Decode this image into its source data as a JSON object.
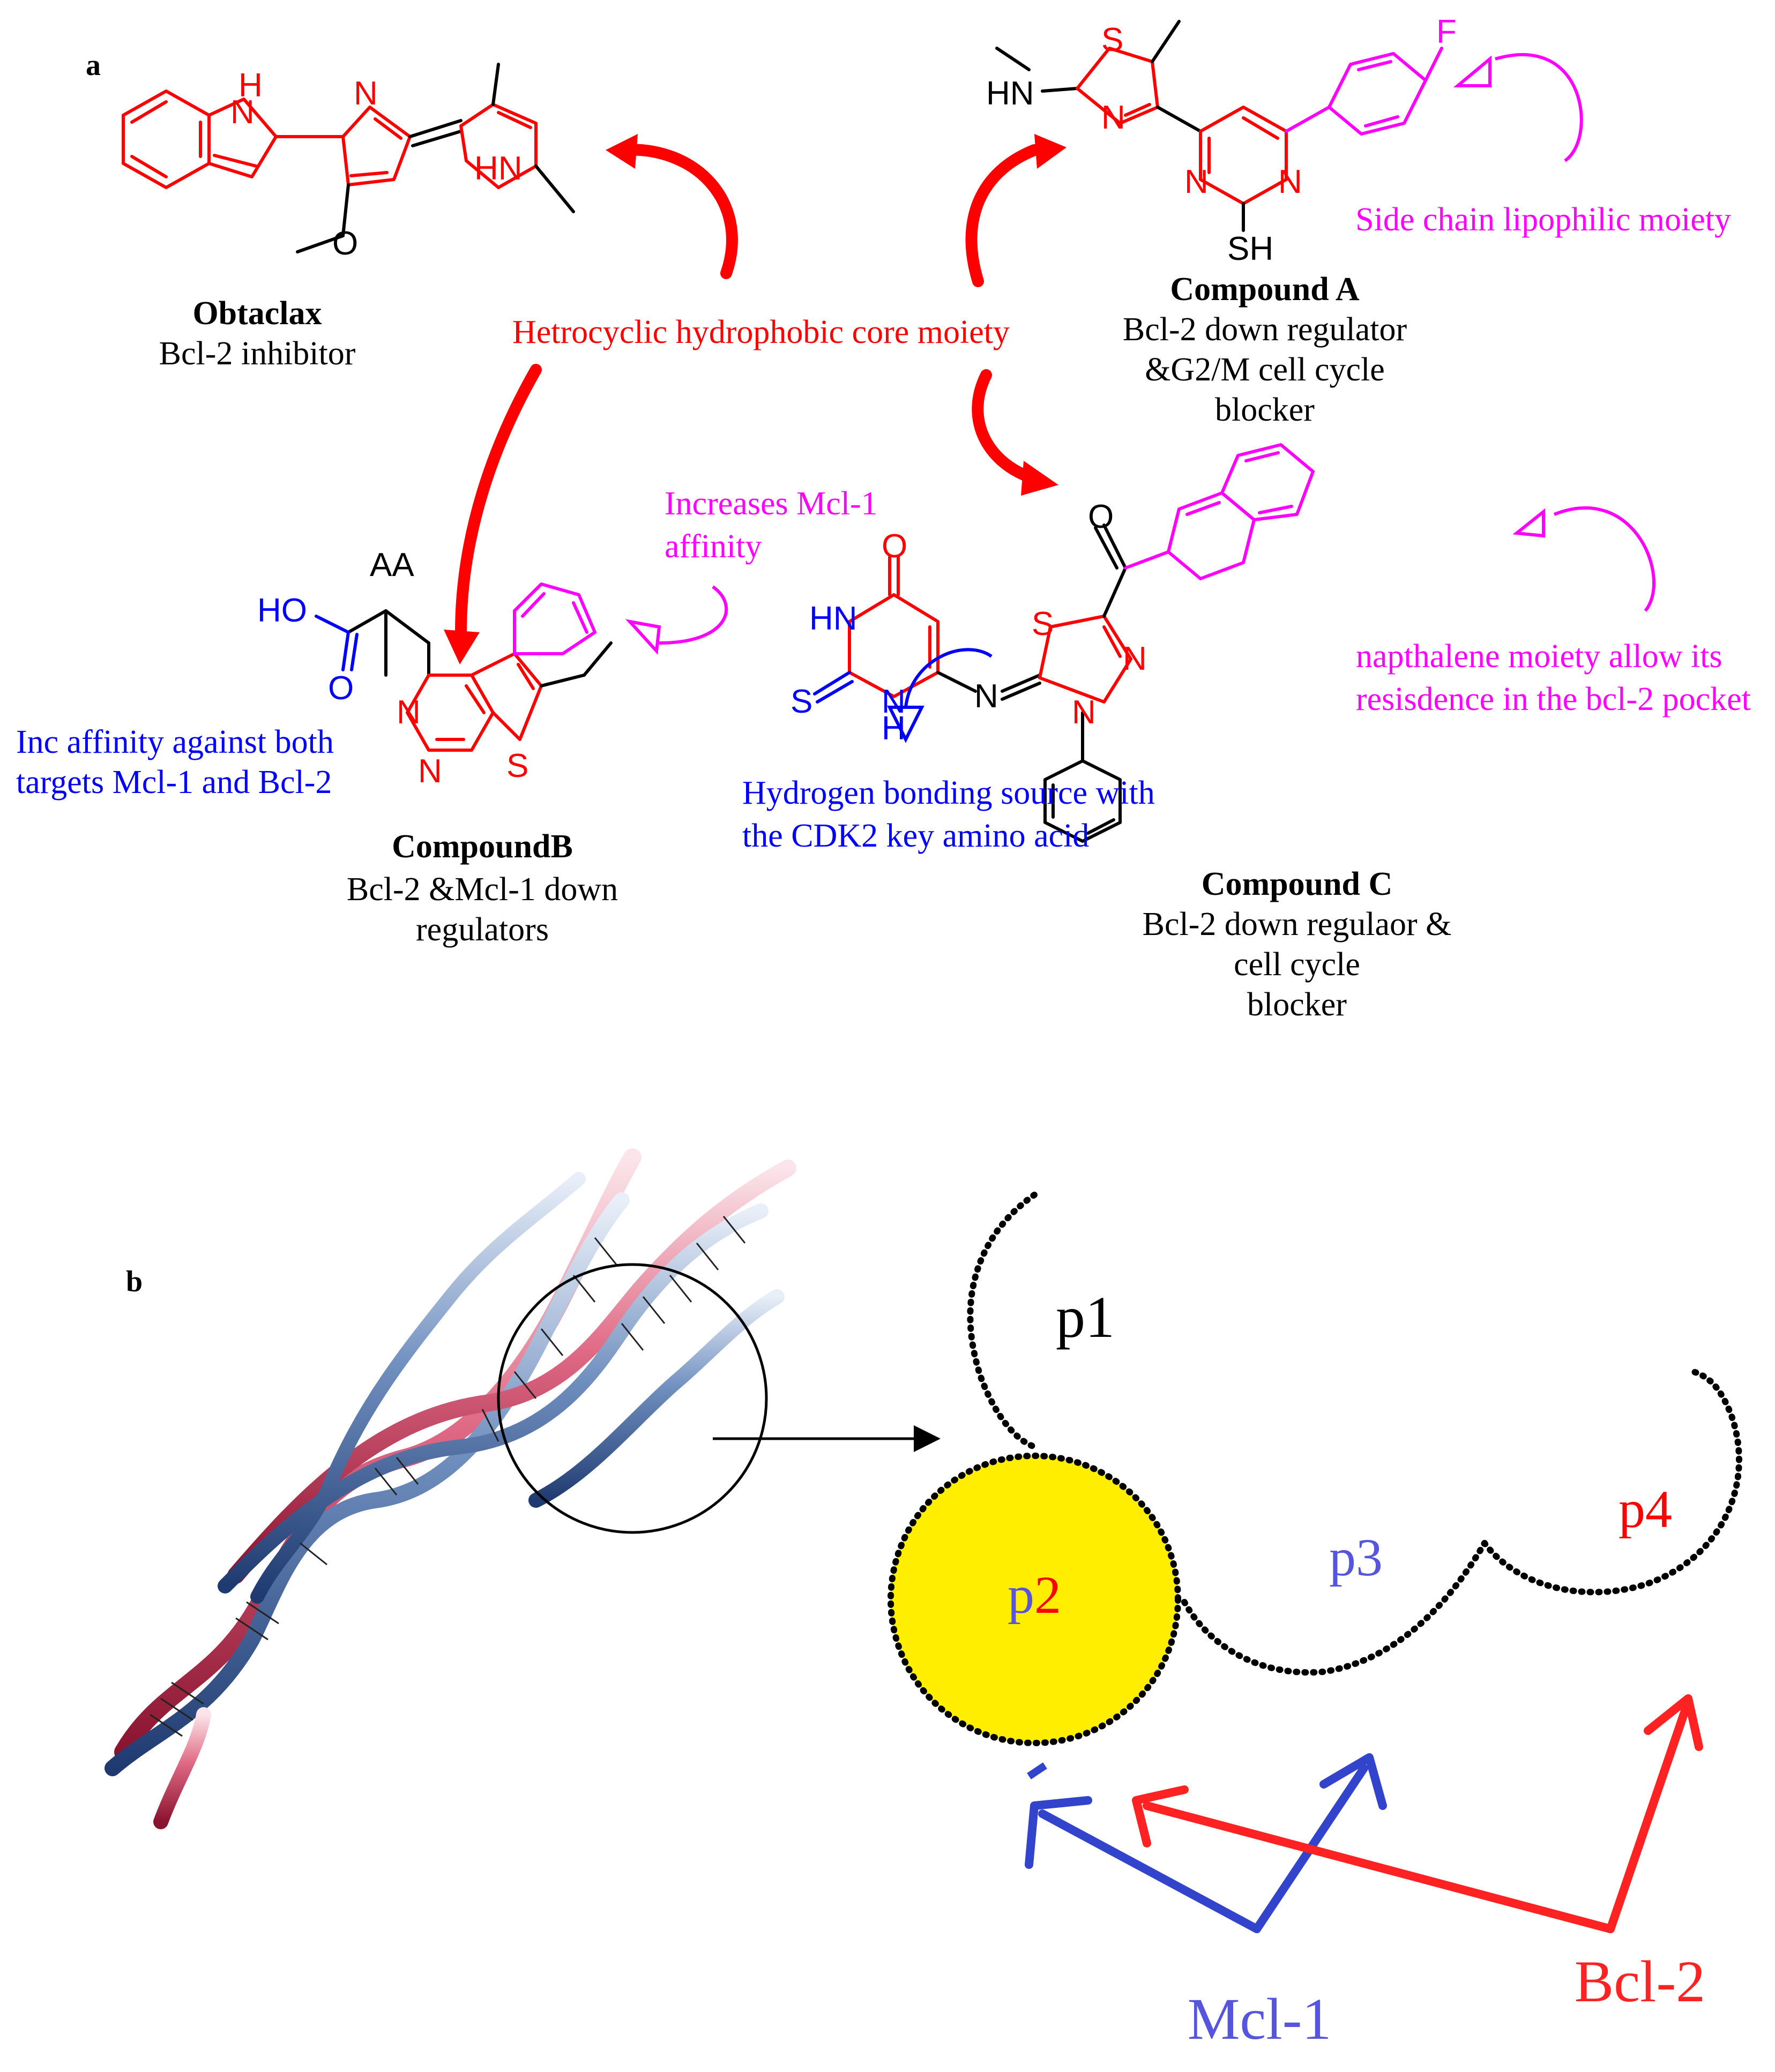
{
  "panel_a_label": "a",
  "panel_b_label": "b",
  "core_label": "Hetrocyclic hydrophobic core moiety",
  "obtaclax": {
    "name": "Obtaclax",
    "desc": "Bcl-2 inhibitor"
  },
  "compound_a": {
    "name": "Compound A",
    "desc_1": "Bcl-2 down regulator",
    "desc_2": "&G2/M cell cycle",
    "desc_3": "blocker"
  },
  "compound_b": {
    "name": "CompoundB",
    "desc_1": "Bcl-2 &Mcl-1 down",
    "desc_2": "regulators"
  },
  "compound_c": {
    "name": "Compound C",
    "desc_1": "Bcl-2 down regulaor &",
    "desc_2": "cell cycle",
    "desc_3": "blocker"
  },
  "annotations": {
    "side_chain": "Side chain lipophilic moiety",
    "mcl1_affinity_1": "Increases Mcl-1",
    "mcl1_affinity_2": "affinity",
    "inc_affinity_1": "Inc affinity against both",
    "inc_affinity_2": "targets Mcl-1 and Bcl-2",
    "hbond_1": "Hydrogen bonding source with",
    "hbond_2": "the CDK2 key amino acid",
    "naphthalene_1": "napthalene moiety allow its",
    "naphthalene_2": "resisdence in the bcl-2 pocket"
  },
  "atoms": {
    "h": "H",
    "n": "N",
    "o": "O",
    "s": "S",
    "f": "F",
    "hn": "HN",
    "sh": "SH",
    "ho": "HO",
    "aa": "AA"
  },
  "pockets": {
    "p1": "p1",
    "p2_prefix": "p",
    "p2_suffix": "2",
    "p3": "p3",
    "p4": "p4"
  },
  "targets": {
    "mcl1": "Mcl-1",
    "bcl2": "Bcl-2"
  },
  "colors": {
    "red": "#ff0000",
    "blue": "#0000ff",
    "magenta": "#ff00ff",
    "yellow": "#ffee00",
    "pocket_blue": "#5555dd"
  }
}
